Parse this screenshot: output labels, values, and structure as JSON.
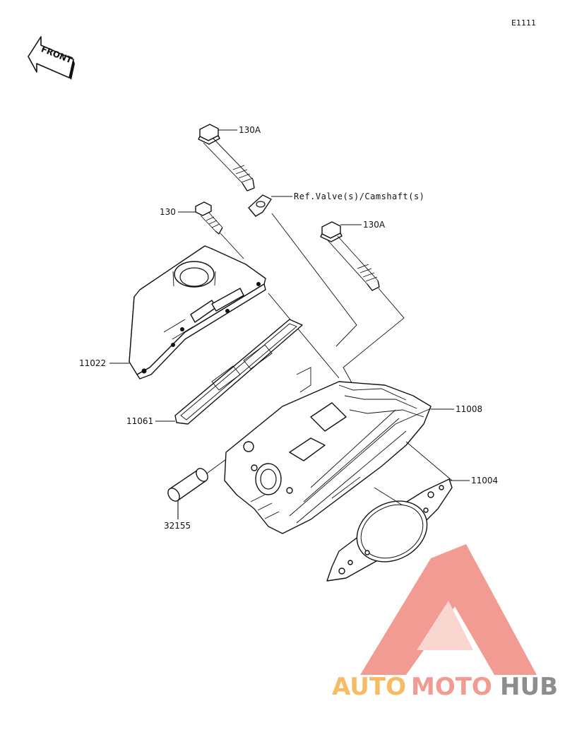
{
  "diagram_code": "E1111",
  "front_label": "FRONT",
  "callouts": {
    "bolt_130a_top": "130A",
    "ref_note": "Ref.Valve(s)/Camshaft(s)",
    "bolt_130": "130",
    "bolt_130a_right": "130A",
    "cover": "11022",
    "cover_gasket": "11061",
    "cylinder_head": "11008",
    "head_gasket": "11004",
    "pipe": "32155"
  },
  "watermark": {
    "part1": "AUTO",
    "part2": "MOTO",
    "part3": "HUB",
    "color_main": "#f08a80",
    "color_mid": "#f5b04a",
    "color_end": "#7a7a7a"
  }
}
